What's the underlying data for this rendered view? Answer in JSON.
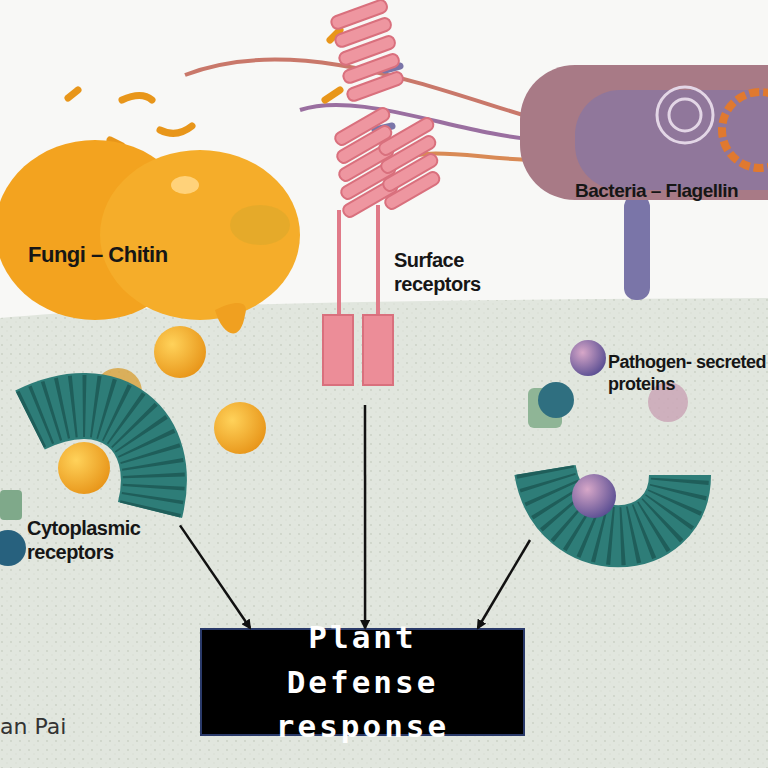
{
  "diagram": {
    "nodes": [
      {
        "text": [
          "Fungi – Chitin"
        ]
      },
      {
        "text": [
          "Surface receptors"
        ]
      },
      {
        "text": [
          "Bacteria – Flagellin"
        ]
      },
      {
        "text": [
          "Cytoplasmic receptors"
        ]
      },
      {
        "text": [
          "Pathogen- secreted proteins"
        ]
      },
      {
        "text": [
          "Plant Defense response"
        ]
      }
    ],
    "edges": [
      {
        "from": 3,
        "to": 5,
        "arrow": "to"
      },
      {
        "from": 1,
        "to": 5,
        "arrow": "to"
      },
      {
        "from": 4,
        "to": 5,
        "arrow": "to"
      }
    ],
    "labels": [
      "an Pai"
    ]
  }
}
